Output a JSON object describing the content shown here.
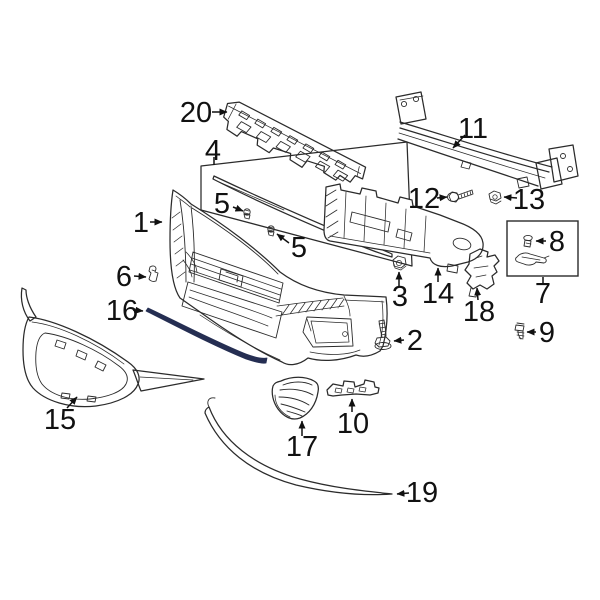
{
  "diagram": {
    "kind": "exploded-parts-diagram",
    "subject": "front-bumper-and-grille-components",
    "background_color": "#ffffff",
    "line_color": "#2b2b2b",
    "label_color": "#111111",
    "highlight_color": "#252e52",
    "highlighted_callout": "16",
    "callouts": [
      {
        "id": "20",
        "label": "20"
      },
      {
        "id": "4",
        "label": "4"
      },
      {
        "id": "5a",
        "label": "5"
      },
      {
        "id": "5b",
        "label": "5"
      },
      {
        "id": "1",
        "label": "1"
      },
      {
        "id": "11",
        "label": "11"
      },
      {
        "id": "12",
        "label": "12"
      },
      {
        "id": "13",
        "label": "13"
      },
      {
        "id": "6",
        "label": "6"
      },
      {
        "id": "8",
        "label": "8"
      },
      {
        "id": "7",
        "label": "7"
      },
      {
        "id": "3",
        "label": "3"
      },
      {
        "id": "14",
        "label": "14"
      },
      {
        "id": "18",
        "label": "18"
      },
      {
        "id": "16",
        "label": "16"
      },
      {
        "id": "2",
        "label": "2"
      },
      {
        "id": "9",
        "label": "9"
      },
      {
        "id": "15",
        "label": "15"
      },
      {
        "id": "17",
        "label": "17"
      },
      {
        "id": "10",
        "label": "10"
      },
      {
        "id": "19",
        "label": "19"
      }
    ]
  }
}
